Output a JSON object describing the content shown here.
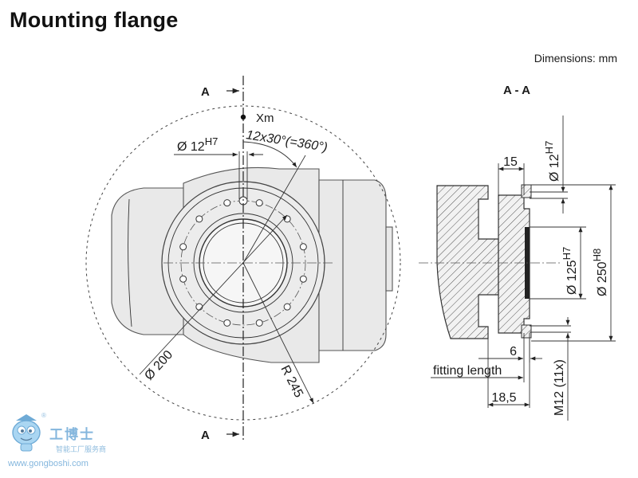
{
  "title": "Mounting flange",
  "units_note": "Dimensions: mm",
  "section_marker_top": "A",
  "section_marker_bottom": "A",
  "section_title": "A - A",
  "front_view": {
    "axis_label": "Xm",
    "hole_label_prefix": "Ø 12",
    "hole_label_tol": "H7",
    "pattern_label": "12x30°(=360°)",
    "pcd_label": "Ø 200",
    "radius_label": "R 245"
  },
  "section_view": {
    "dim_15": "15",
    "dim_hole_prefix": "Ø 12",
    "dim_hole_tol": "H7",
    "dim_125_prefix": "Ø 125",
    "dim_125_tol": "H7",
    "dim_250_prefix": "Ø 250",
    "dim_250_tol": "H8",
    "dim_6": "6",
    "fitting_length": "fitting length",
    "dim_18_5": "18,5",
    "thread": "M12 (11x)"
  },
  "watermark": {
    "brand_cn": "工博士",
    "tagline_cn": "智能工厂服务商",
    "url": "www.gongboshi.com",
    "registered": "®"
  }
}
